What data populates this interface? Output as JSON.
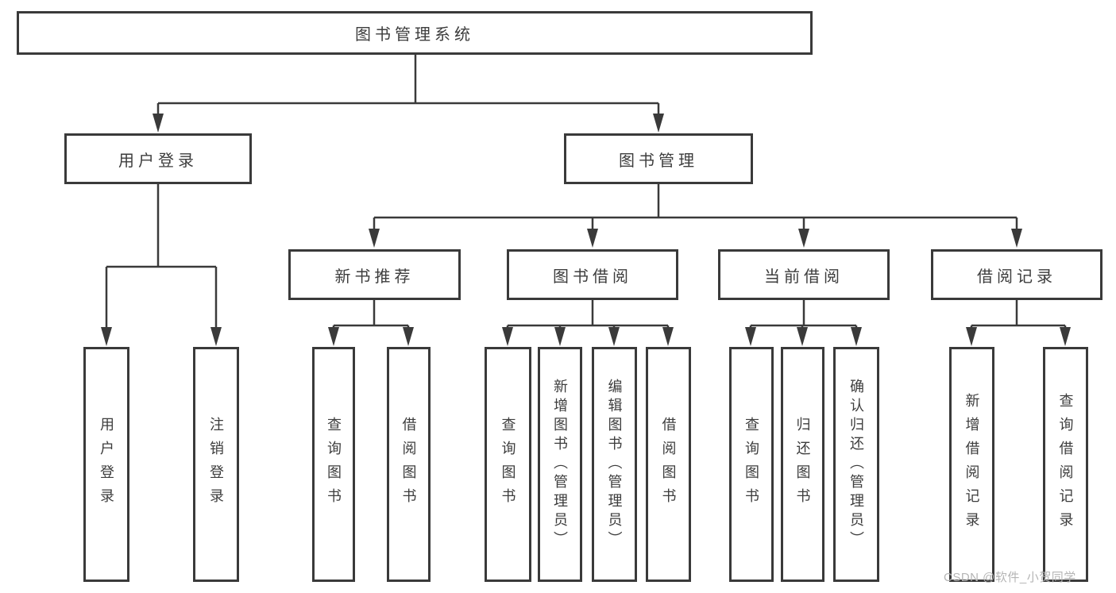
{
  "diagram": {
    "root": "图书管理系统",
    "level2": {
      "user_login": "用户登录",
      "book_mgmt": "图书管理"
    },
    "level3": {
      "new_books": "新书推荐",
      "borrowing": "图书借阅",
      "current": "当前借阅",
      "records": "借阅记录"
    },
    "leaves": {
      "user_login": [
        "用户登录",
        "注销登录"
      ],
      "new_books": [
        "查询图书",
        "借阅图书"
      ],
      "borrowing": [
        "查询图书",
        "新增图书（管理员）",
        "编辑图书（管理员）",
        "借阅图书"
      ],
      "current": [
        "查询图书",
        "归还图书",
        "确认归还（管理员）"
      ],
      "records": [
        "新增借阅记录",
        "查询借阅记录"
      ]
    }
  },
  "watermark": "CSDN @软件_小贺同学",
  "colors": {
    "line": "#3a3a3a",
    "text": "#3d3d3d",
    "watermark": "#b5b5b5",
    "background": "#ffffff"
  }
}
